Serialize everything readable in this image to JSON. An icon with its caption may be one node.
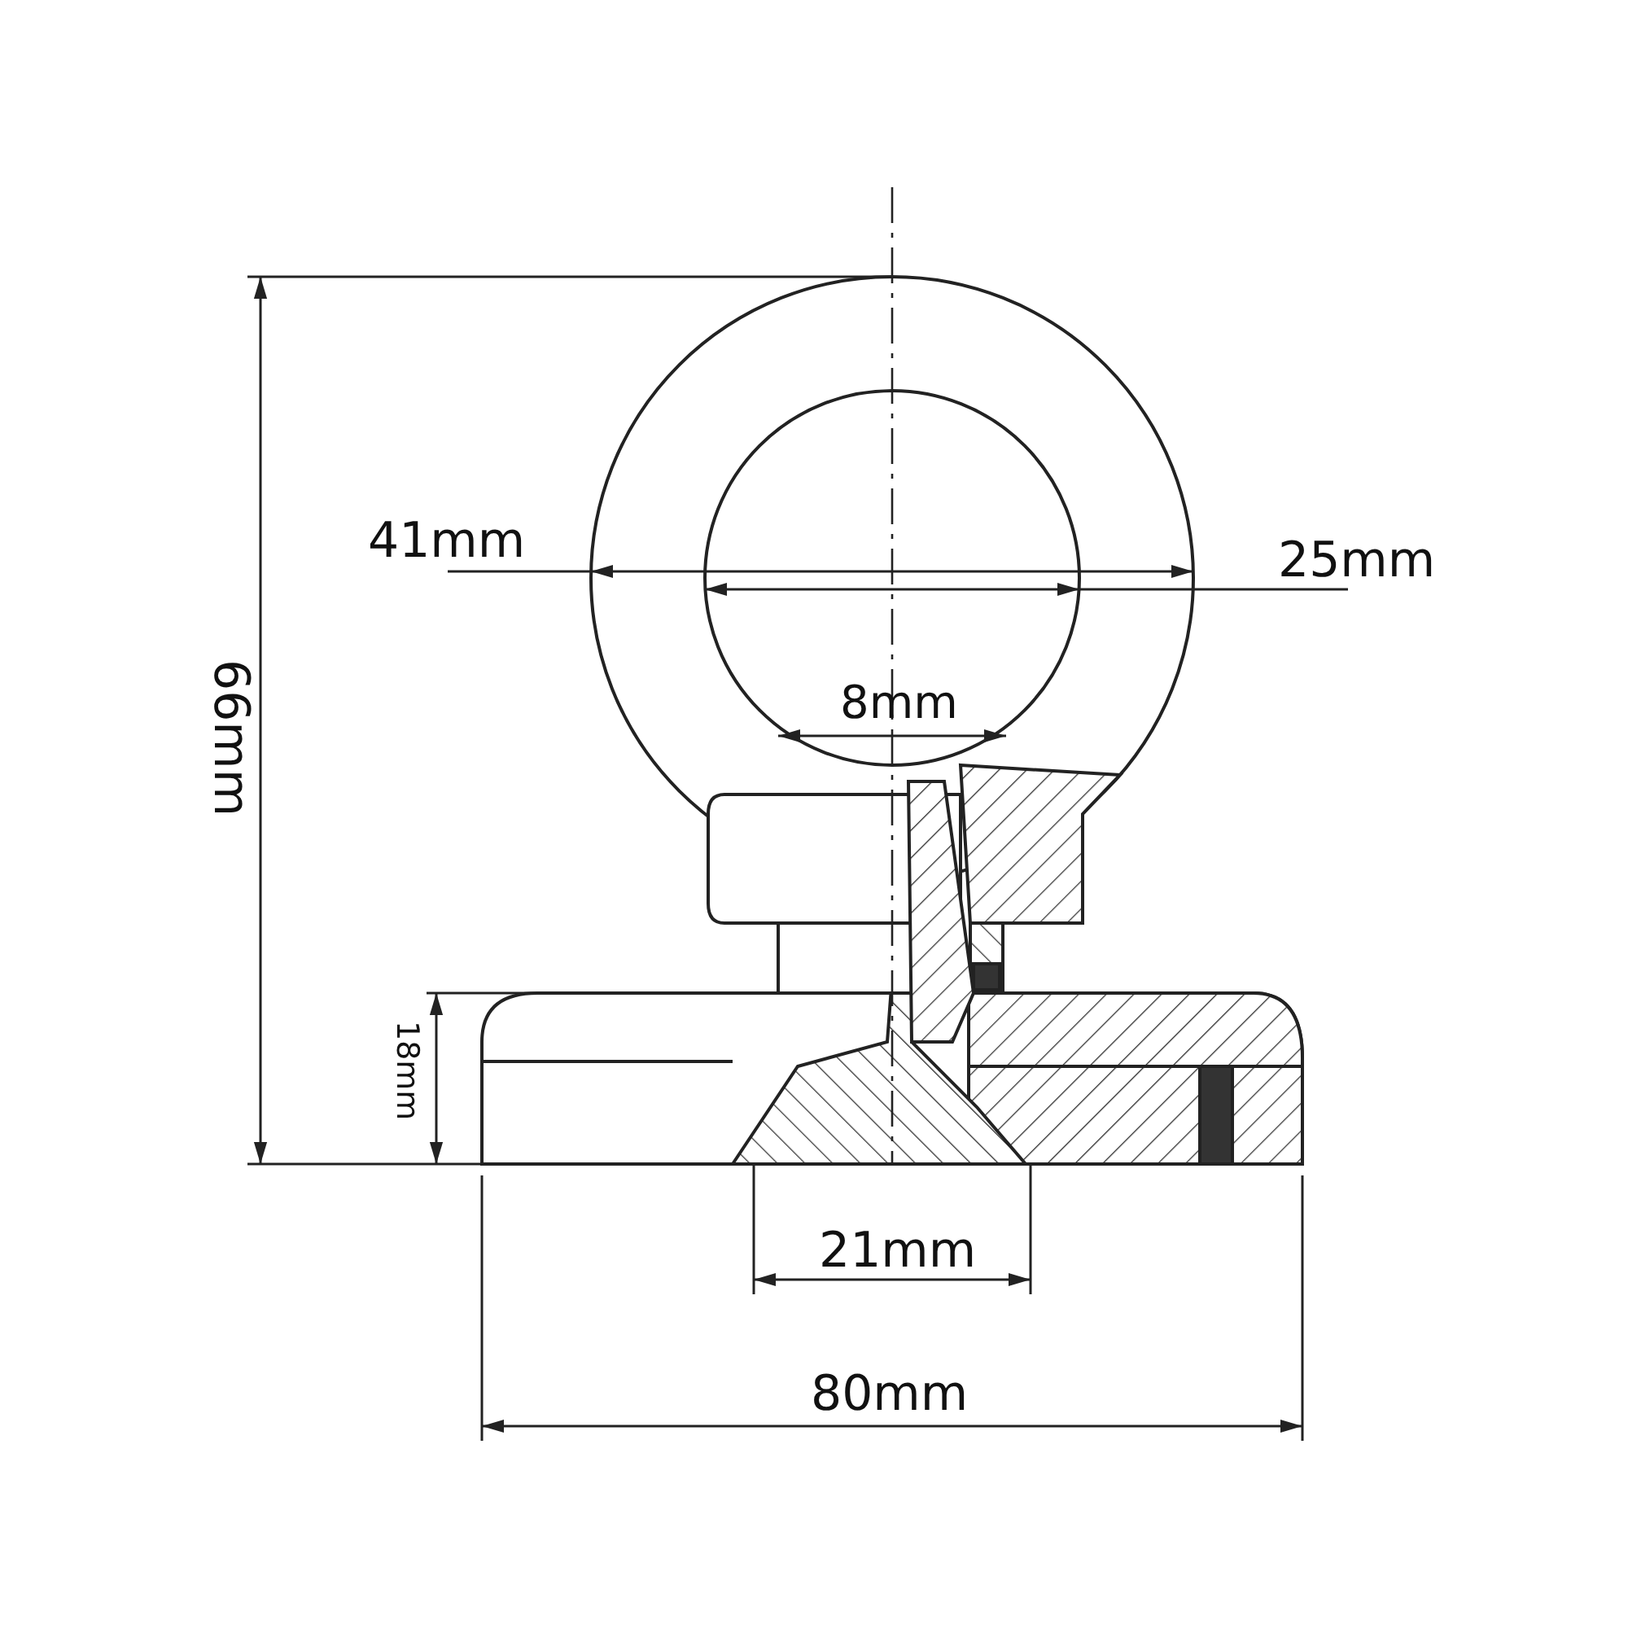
{
  "diagram": {
    "labels": [
      "41mm",
      "25mm",
      "66mm",
      "8mm",
      "18mm",
      "21mm",
      "80mm"
    ]
  }
}
